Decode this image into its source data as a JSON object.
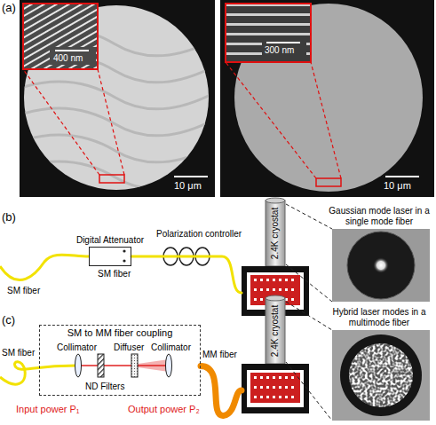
{
  "diagram": {
    "nodes": [
      {
        "text": [
          "Digital Attenuator"
        ]
      },
      {
        "text": [
          "2.4K cryostat"
        ]
      },
      {
        "text": [
          "SM to MM fiber coupling"
        ]
      },
      {
        "text": [
          "2.4K cryostat"
        ]
      }
    ],
    "edges": [
      {
        "from": 0,
        "to": 1,
        "arrow": "none"
      },
      {
        "from": 2,
        "to": 3,
        "arrow": "none"
      }
    ],
    "labels": [
      "(a)",
      "400 nm",
      "10 μm",
      "300 nm",
      "10 μm",
      "(b)",
      "SM fiber",
      "SM fiber",
      "Polarization controller",
      "Gaussian mode laser in a single mode fiber",
      "(c)",
      "SM fiber",
      "Collimator",
      "ND Filters",
      "Diffuser",
      "Collimator",
      "MM fiber",
      "Input power P₁",
      "Output power P₂",
      "Hybrid laser modes in a multimode fiber"
    ]
  }
}
